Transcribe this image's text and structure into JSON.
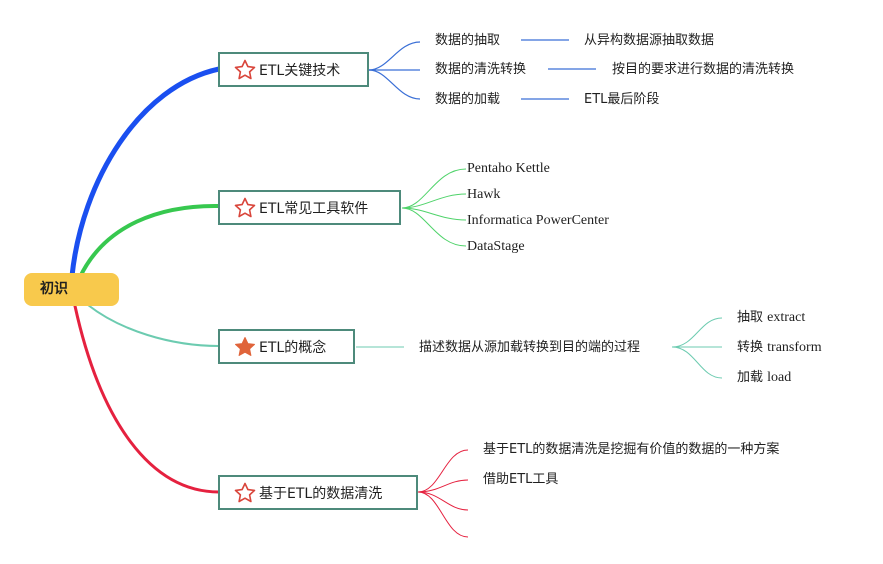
{
  "root": {
    "label": "初识",
    "color": "#f8c94c"
  },
  "branches": [
    {
      "id": "etl-key-tech",
      "label": "ETL关键技术",
      "icon": "star-outline-icon",
      "line_color": "#1a4ff0",
      "child_line_color": "#3a6fd6",
      "children": [
        {
          "label": "数据的抽取",
          "detail": "从异构数据源抽取数据"
        },
        {
          "label": "数据的清洗转换",
          "detail": "按目的要求进行数据的清洗转换"
        },
        {
          "label": "数据的加载",
          "detail": "ETL最后阶段"
        }
      ]
    },
    {
      "id": "etl-tools",
      "label": "ETL常见工具软件",
      "icon": "star-outline-icon",
      "line_color": "#37c84f",
      "child_line_color": "#4fd36a",
      "children": [
        {
          "label": "Pentaho Kettle"
        },
        {
          "label": "Hawk"
        },
        {
          "label": "Informatica PowerCenter"
        },
        {
          "label": "DataStage"
        }
      ]
    },
    {
      "id": "etl-concept",
      "label": "ETL的概念",
      "icon": "star-filled-icon",
      "line_color": "#6ccbb0",
      "child_line_color": "#6ccbb0",
      "description": "描述数据从源加载转换到目的端的过程",
      "children": [
        {
          "cn": "抽取",
          "en": "extract"
        },
        {
          "cn": "转换",
          "en": "transform"
        },
        {
          "cn": "加载",
          "en": "load"
        }
      ]
    },
    {
      "id": "etl-cleaning",
      "label": "基于ETL的数据清洗",
      "icon": "star-outline-icon",
      "line_color": "#e5213f",
      "child_line_color": "#e5213f",
      "children": [
        {
          "label": "基于ETL的数据清洗是挖掘有价值的数据的一种方案"
        },
        {
          "label": "借助ETL工具"
        },
        {
          "label": ""
        },
        {
          "label": ""
        }
      ]
    }
  ],
  "icons": {
    "star_outline_color": "#d9453b",
    "star_filled_color": "#e0643a"
  }
}
